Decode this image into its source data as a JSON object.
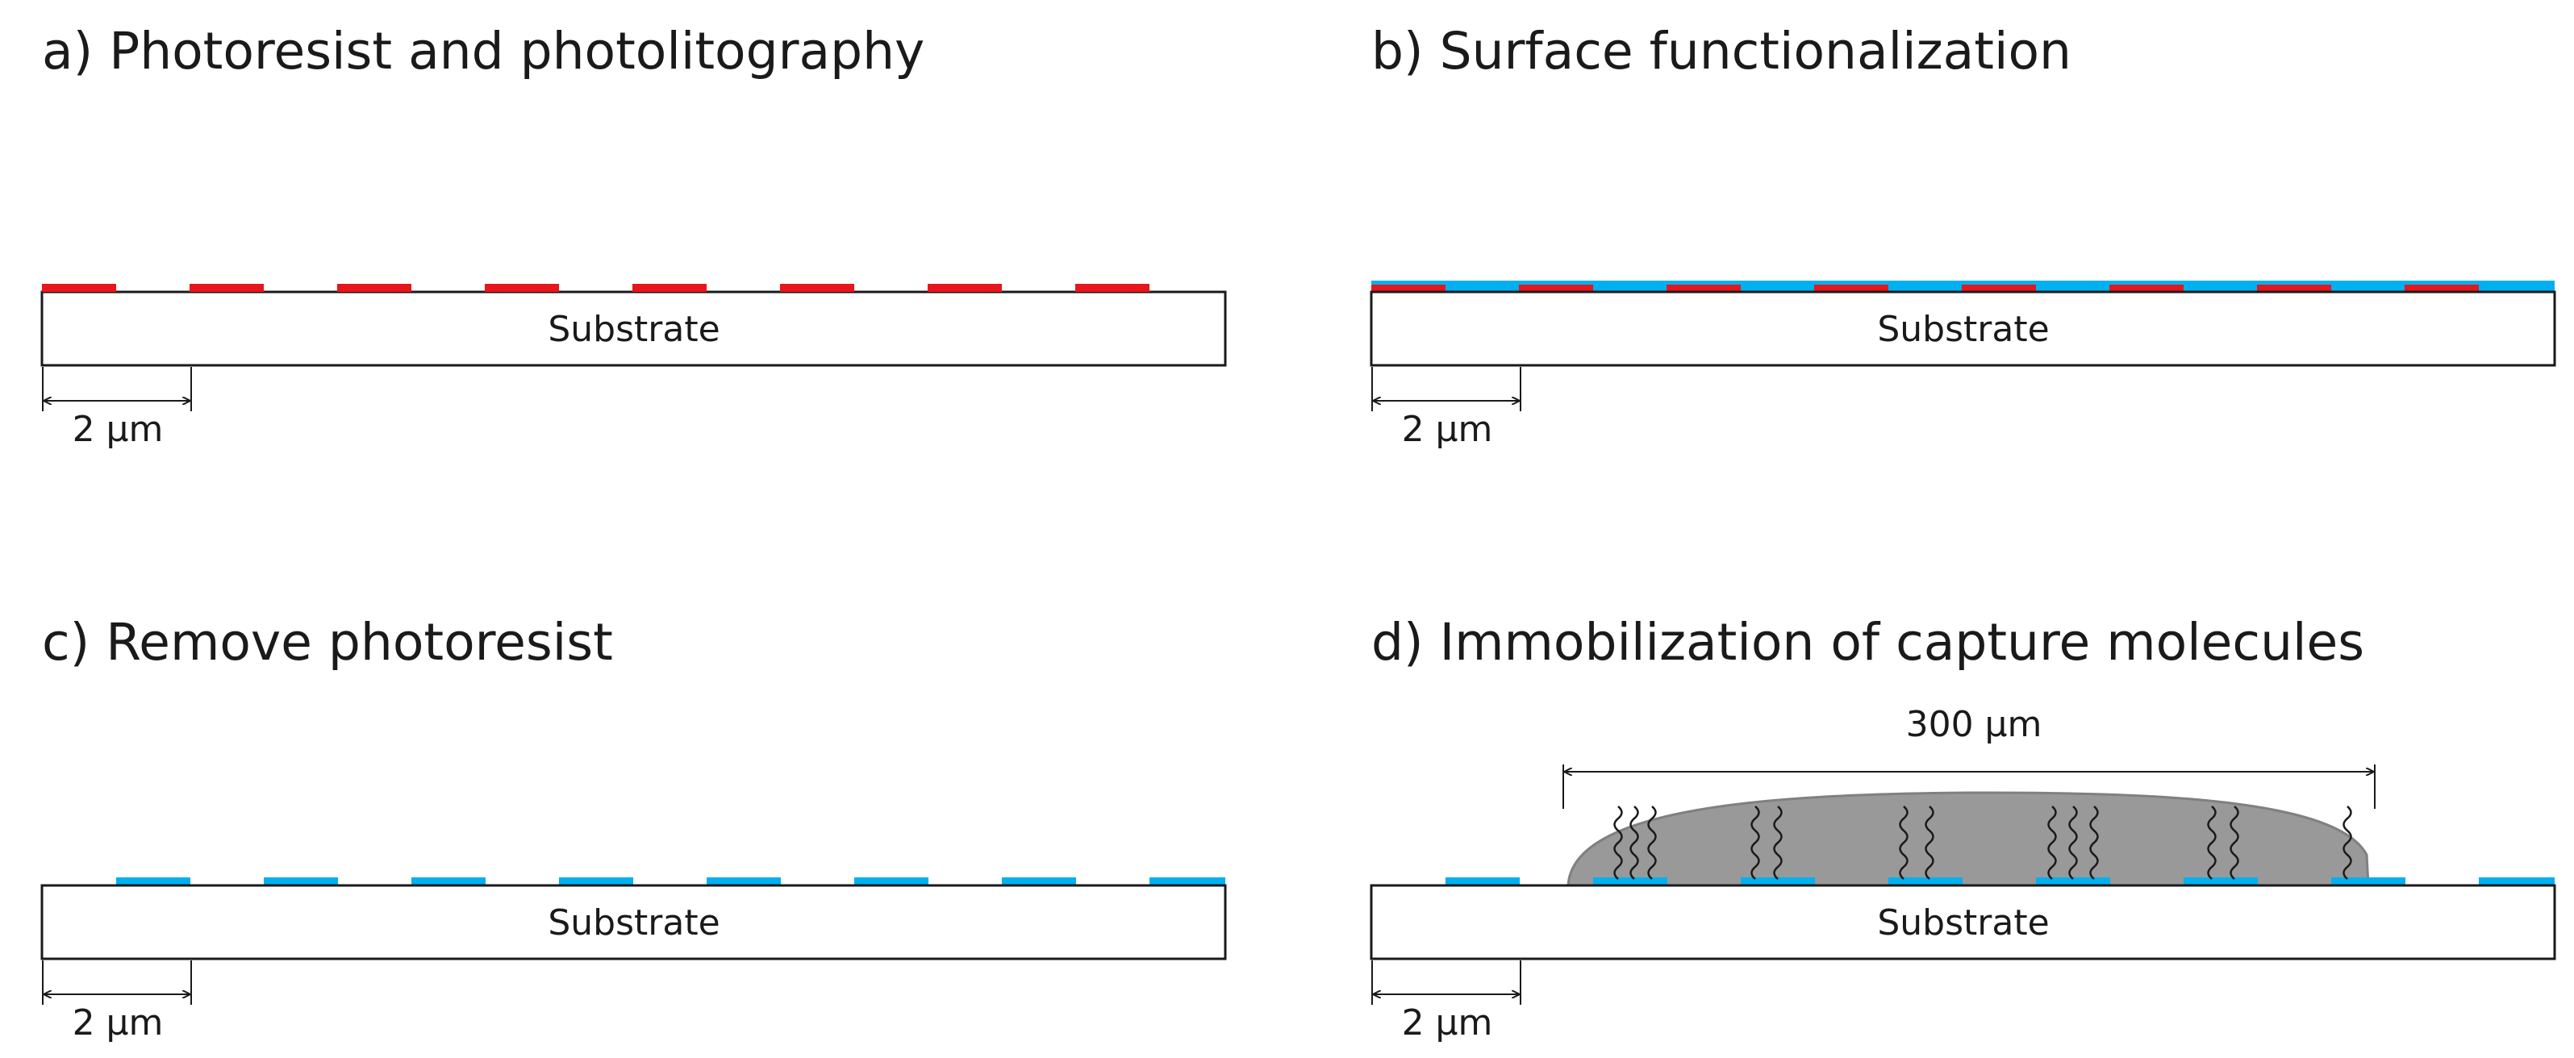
{
  "colors": {
    "substrate_fill": "#ffffff",
    "outline": "#1a1a1a",
    "photoresist": "#e8151b",
    "functional_layer": "#00b0f0",
    "droplet": "#999999",
    "droplet_edge": "#808080"
  },
  "panels": [
    {
      "title": "a) Photoresist and photolitography",
      "substrate_label": "Substrate",
      "scale_label": "2 µm",
      "layers": [
        "photoresist"
      ]
    },
    {
      "title": "b) Surface functionalization",
      "substrate_label": "Substrate",
      "scale_label": "2 µm",
      "layers": [
        "functional_layer",
        "photoresist"
      ]
    },
    {
      "title": "c) Remove photoresist",
      "substrate_label": "Substrate",
      "scale_label": "2 µm",
      "layers": [
        "functional_pads"
      ]
    },
    {
      "title": "d) Immobilization of capture molecules",
      "substrate_label": "Substrate",
      "scale_label": "2 µm",
      "droplet_label": "300 µm",
      "layers": [
        "functional_pads",
        "droplet",
        "capture_molecules"
      ]
    }
  ]
}
